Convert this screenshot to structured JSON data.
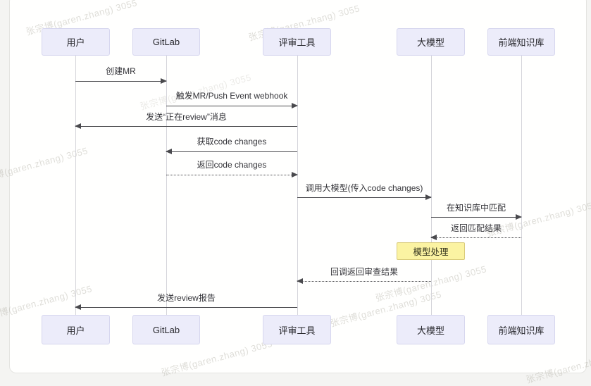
{
  "diagram": {
    "type": "sequence-diagram",
    "actors": [
      {
        "id": "user",
        "label": "用户"
      },
      {
        "id": "gitlab",
        "label": "GitLab"
      },
      {
        "id": "review-tool",
        "label": "评审工具"
      },
      {
        "id": "llm",
        "label": "大模型"
      },
      {
        "id": "frontend-kb",
        "label": "前端知识库"
      }
    ],
    "messages": [
      {
        "label": "创建MR",
        "from": "用户",
        "to": "GitLab",
        "style": "solid"
      },
      {
        "label": "触发MR/Push Event webhook",
        "from": "GitLab",
        "to": "评审工具",
        "style": "solid"
      },
      {
        "label": "发送“正在review”消息",
        "from": "评审工具",
        "to": "用户",
        "style": "solid"
      },
      {
        "label": "获取code changes",
        "from": "评审工具",
        "to": "GitLab",
        "style": "solid"
      },
      {
        "label": "返回code changes",
        "from": "GitLab",
        "to": "评审工具",
        "style": "dashed"
      },
      {
        "label": "调用大模型(传入code changes)",
        "from": "评审工具",
        "to": "大模型",
        "style": "solid"
      },
      {
        "label": "在知识库中匹配",
        "from": "大模型",
        "to": "前端知识库",
        "style": "solid"
      },
      {
        "label": "返回匹配结果",
        "from": "前端知识库",
        "to": "大模型",
        "style": "dashed"
      },
      {
        "label": "回调返回审查结果",
        "from": "大模型",
        "to": "评审工具",
        "style": "dashed"
      },
      {
        "label": "发送review报告",
        "from": "评审工具",
        "to": "用户",
        "style": "solid"
      }
    ],
    "note": {
      "label": "模型处理",
      "on": "大模型"
    },
    "watermark": {
      "text": "张宗博(garen.zhang) 3055"
    },
    "colors": {
      "actor_fill": "#ececfa",
      "actor_border": "#d6d6ee",
      "note_fill": "#fbf3a2",
      "note_border": "#d8ca79",
      "arrow": "#49494d",
      "lifeline": "#d4d4da",
      "card_bg": "#ffffff",
      "page_bg": "#f4f4f2"
    }
  }
}
